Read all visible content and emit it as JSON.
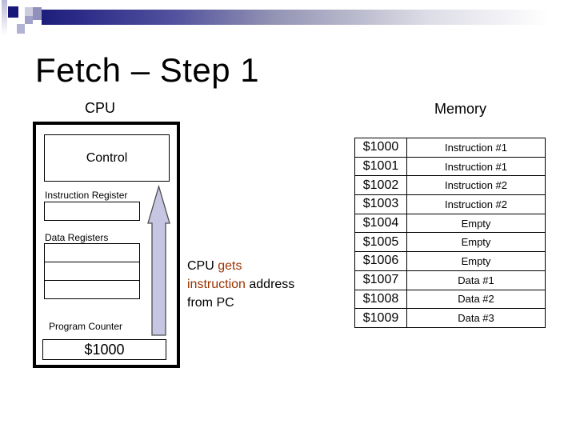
{
  "slide": {
    "title": "Fetch – Step 1"
  },
  "cpu": {
    "label": "CPU",
    "control_label": "Control",
    "instruction_register_label": "Instruction Register",
    "data_registers_label": "Data Registers",
    "program_counter_label": "Program Counter",
    "program_counter_value": "$1000",
    "data_register_slots": 3
  },
  "memory": {
    "label": "Memory",
    "rows": [
      {
        "address": "$1000",
        "value": "Instruction #1"
      },
      {
        "address": "$1001",
        "value": "Instruction #1"
      },
      {
        "address": "$1002",
        "value": "Instruction #2"
      },
      {
        "address": "$1003",
        "value": "Instruction #2"
      },
      {
        "address": "$1004",
        "value": "Empty"
      },
      {
        "address": "$1005",
        "value": "Empty"
      },
      {
        "address": "$1006",
        "value": "Empty"
      },
      {
        "address": "$1007",
        "value": "Data #1"
      },
      {
        "address": "$1008",
        "value": "Data #2"
      },
      {
        "address": "$1009",
        "value": "Data #3"
      }
    ]
  },
  "annotation": {
    "line1_black": "CPU ",
    "line1_red": "gets",
    "line2_red": "instruction",
    "line2_black": " address",
    "line3_black": "from PC"
  },
  "icons": {
    "arrow": "up-arrow"
  },
  "colors": {
    "accent_red": "#993300",
    "banner_navy": "#1d1d7c",
    "arrow_fill": "#c6c6e2",
    "arrow_stroke": "#4d4d4d"
  }
}
